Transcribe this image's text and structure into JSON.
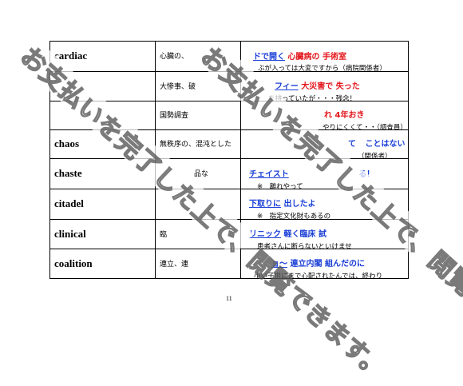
{
  "page": {
    "number": "11"
  },
  "watermark": {
    "text": "お支払いを完了した上で、閲覧できます。"
  },
  "rows": [
    {
      "word": "cardiac",
      "meaning": "心臓の、",
      "mnemonic_parts": [
        "ドで開く",
        "心臓病の",
        "手術室"
      ],
      "note": "ぶが入っては大変ですから（病院関係者）"
    },
    {
      "word": "",
      "meaning": "大惨事、破",
      "mnemonic_parts": [
        "フィー",
        "大災害で",
        "失った"
      ],
      "note": "を持っていたが・・・残念！"
    },
    {
      "word": "",
      "meaning": "国勢調査",
      "mnemonic_parts": [
        "れ",
        "4年おき"
      ],
      "note": "やりにくくて・・（調査員）"
    },
    {
      "word": "chaos",
      "meaning": "無秩序の、混沌とした",
      "mnemonic_parts": [
        "て",
        "ことはない"
      ],
      "note": "（関係者）"
    },
    {
      "word": "chaste",
      "meaning": "品な",
      "mnemonic_parts": [
        "チェイスト",
        "る！"
      ],
      "note": "※　離れやって"
    },
    {
      "word": "citadel",
      "meaning": "",
      "mnemonic_parts": [
        "下取りに",
        "出したよ"
      ],
      "note": "※　指定文化財もあるの"
    },
    {
      "word": "clinical",
      "meaning": "臨",
      "mnemonic_parts": [
        "リニック",
        "軽く臨床",
        "試"
      ],
      "note": "患者さんに断らないといけませ"
    },
    {
      "word": "coalition",
      "meaning": "連立、連",
      "mnemonic_parts": [
        "ョ～",
        "連立内閣",
        "組んだのに"
      ],
      "note": "小い子供にまで心配されたんでは、終わり"
    }
  ]
}
